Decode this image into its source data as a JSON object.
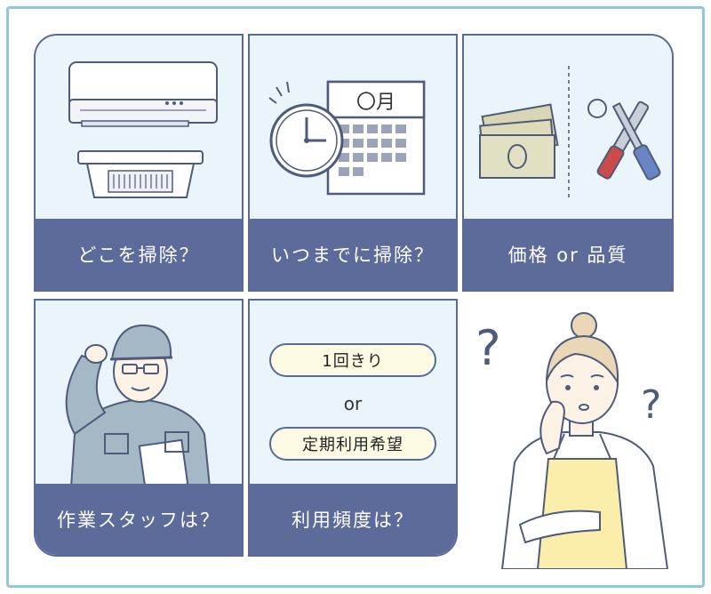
{
  "panels": {
    "where": {
      "label": "どこを掃除？"
    },
    "when": {
      "label": "いつまでに掃除？",
      "calendar_month": "〇月"
    },
    "price": {
      "label": "価格 or 品質"
    },
    "staff": {
      "label": "作業スタッフは？"
    },
    "frequency": {
      "label": "利用頻度は？",
      "option_once": "1回きり",
      "or_text": "or",
      "option_regular": "定期利用希望"
    }
  },
  "colors": {
    "frame_border": "#8cc7e6",
    "panel_bg": "#eaf5fb",
    "label_bg": "#5d6b9b",
    "pill_bg": "#fdfbe3",
    "apron": "#fbeeaa"
  }
}
